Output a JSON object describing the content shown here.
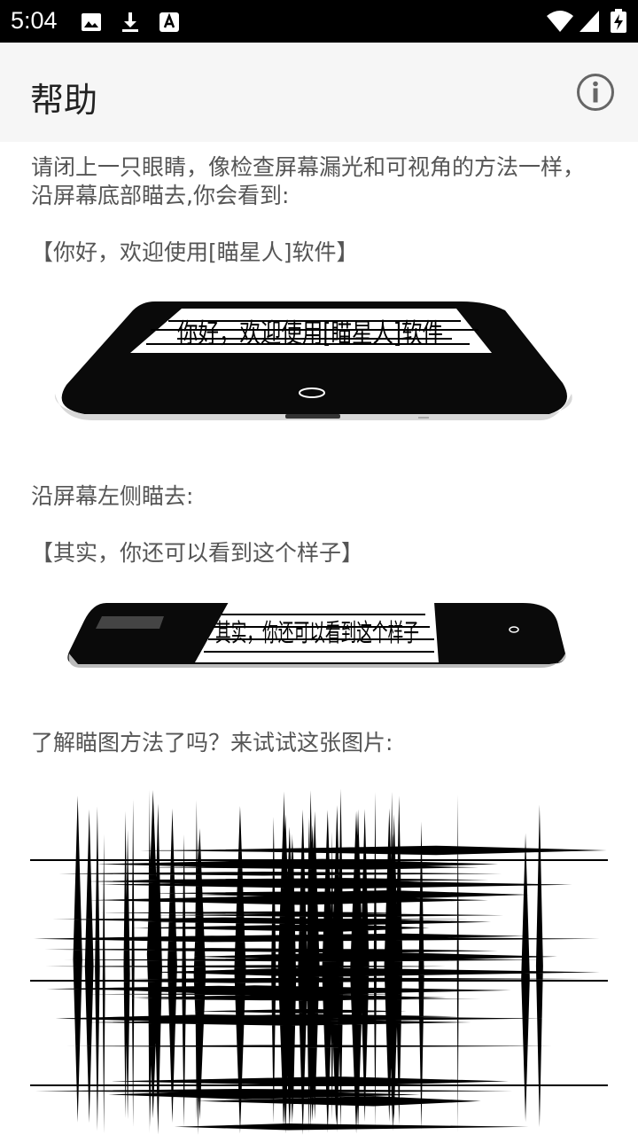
{
  "status_bar": {
    "time": "5:04",
    "icons": [
      "image-icon",
      "download-icon",
      "font-a-icon",
      "wifi-icon",
      "signal-icon",
      "battery-charging-icon"
    ]
  },
  "app_bar": {
    "title": "帮助",
    "action_icon": "info-icon"
  },
  "content": {
    "intro": "请闭上一只眼睛，像检查屏幕漏光和可视角的方法一样，沿屏幕底部瞄去,你会看到:",
    "example1_caption": "【你好，欢迎使用[瞄星人]软件】",
    "example1_phone_text": "你好，欢迎使用[瞄星人]软件",
    "left_side_instruction": "沿屏幕左侧瞄去:",
    "example2_caption": "【其实，你还可以看到这个样子】",
    "example2_phone_text": "其实，你还可以看到这个样子",
    "try_prompt": "了解瞄图方法了吗？来试试这张图片:"
  },
  "colors": {
    "status_bar_bg": "#000000",
    "app_bar_bg": "#f6f6f6",
    "body_text": "#555555",
    "title_text": "#222222"
  }
}
